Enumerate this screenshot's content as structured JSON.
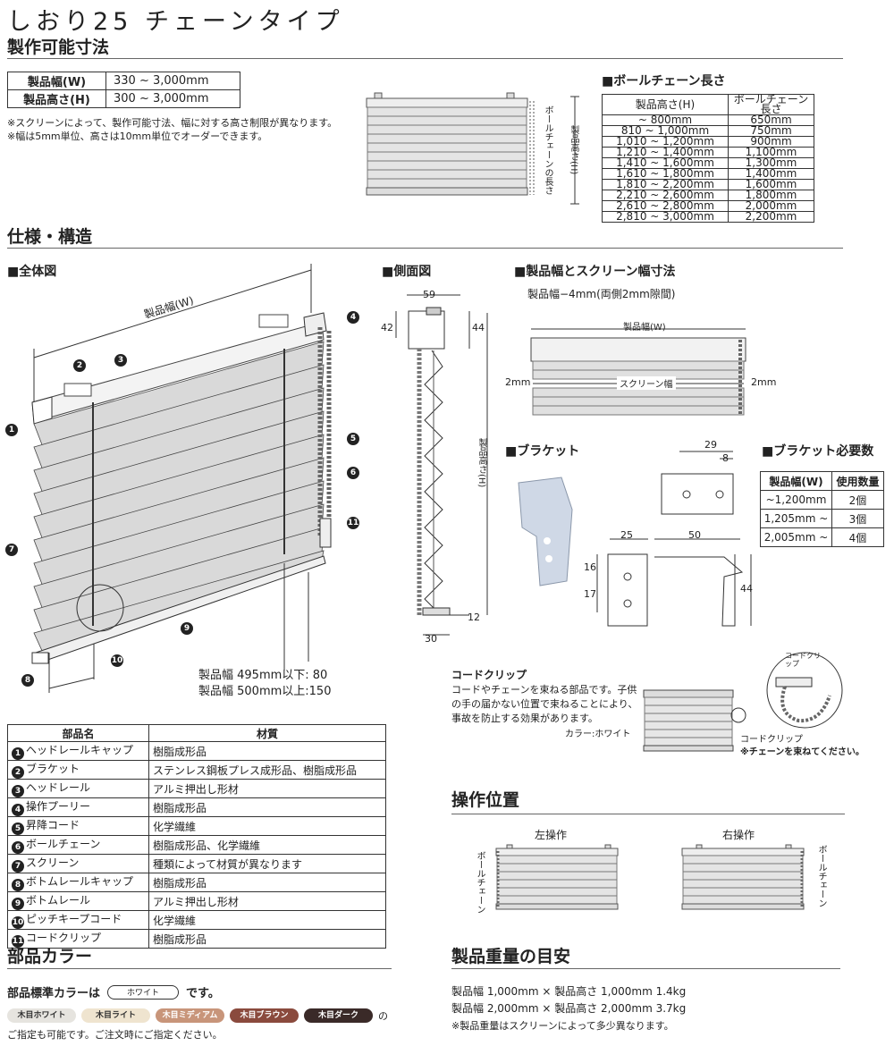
{
  "header": {
    "title": "しおり25 チェーンタイプ",
    "section_sizes": "製作可能寸法"
  },
  "sizes": {
    "rows": [
      {
        "label": "製品幅(W)",
        "value": "330 ~ 3,000mm"
      },
      {
        "label": "製品高さ(H)",
        "value": "300 ~ 3,000mm"
      }
    ],
    "notes": [
      "※スクリーンによって、製作可能寸法、幅に対する高さ制限が異なります。",
      "※幅は5mm単位、高さは10mm単位でオーダーできます。"
    ]
  },
  "front_small": {
    "chain_label": "ボールチェーンの長さ",
    "height_label": "製品高さ(H)"
  },
  "chain_length": {
    "heading": "■ボールチェーン長さ",
    "headers": [
      "製品高さ(H)",
      "ボールチェーン長さ"
    ],
    "rows": [
      [
        "~   800mm",
        "650mm"
      ],
      [
        "810 ~ 1,000mm",
        "750mm"
      ],
      [
        "1,010 ~ 1,200mm",
        "900mm"
      ],
      [
        "1,210 ~ 1,400mm",
        "1,100mm"
      ],
      [
        "1,410 ~ 1,600mm",
        "1,300mm"
      ],
      [
        "1,610 ~ 1,800mm",
        "1,400mm"
      ],
      [
        "1,810 ~ 2,200mm",
        "1,600mm"
      ],
      [
        "2,210 ~ 2,600mm",
        "1,800mm"
      ],
      [
        "2,610 ~ 2,800mm",
        "2,000mm"
      ],
      [
        "2,810 ~ 3,000mm",
        "2,200mm"
      ]
    ]
  },
  "spec": {
    "heading": "仕様・構造",
    "overall": "■全体図",
    "side": "■側面図",
    "width_screen": "■製品幅とスクリーン幅寸法",
    "width_note": "製品幅−4mm(両側2mm隙間)",
    "bracket": "■ブラケット",
    "bracket_req": "■ブラケット必要数"
  },
  "overall_diagram": {
    "width_label": "製品幅(W)",
    "bottom_note_1": "製品幅 495mm以下: 80",
    "bottom_note_2": "製品幅 500mm以上:150",
    "callouts": [
      "1",
      "2",
      "3",
      "4",
      "5",
      "6",
      "7",
      "8",
      "9",
      "10",
      "11"
    ]
  },
  "side_diagram": {
    "dim_59": "59",
    "dim_42": "42",
    "dim_44": "44",
    "dim_12": "12",
    "dim_30": "30",
    "height_label": "製品高さ(H)"
  },
  "width_diagram": {
    "product_width": "製品幅(W)",
    "screen_width": "スクリーン幅",
    "gap_left": "2mm",
    "gap_right": "2mm"
  },
  "bracket_diagram": {
    "dim_29": "29",
    "dim_8": "8",
    "dim_25": "25",
    "dim_50": "50",
    "dim_16": "16",
    "dim_17": "17",
    "dim_44": "44"
  },
  "bracket_table": {
    "headers": [
      "製品幅(W)",
      "使用数量"
    ],
    "rows": [
      [
        "~1,200mm",
        "2個"
      ],
      [
        "1,205mm ~",
        "3個"
      ],
      [
        "2,005mm ~",
        "4個"
      ]
    ]
  },
  "parts": {
    "headers": [
      "部品名",
      "材質"
    ],
    "rows": [
      {
        "num": "1",
        "name": "ヘッドレールキャップ",
        "material": "樹脂成形品"
      },
      {
        "num": "2",
        "name": "ブラケット",
        "material": "ステンレス鋼板プレス成形品、樹脂成形品"
      },
      {
        "num": "3",
        "name": "ヘッドレール",
        "material": "アルミ押出し形材"
      },
      {
        "num": "4",
        "name": "操作プーリー",
        "material": "樹脂成形品"
      },
      {
        "num": "5",
        "name": "昇降コード",
        "material": "化学繊維"
      },
      {
        "num": "6",
        "name": "ボールチェーン",
        "material": "樹脂成形品、化学繊維"
      },
      {
        "num": "7",
        "name": "スクリーン",
        "material": "種類によって材質が異なります"
      },
      {
        "num": "8",
        "name": "ボトムレールキャップ",
        "material": "樹脂成形品"
      },
      {
        "num": "9",
        "name": "ボトムレール",
        "material": "アルミ押出し形材"
      },
      {
        "num": "10",
        "name": "ピッチキープコード",
        "material": "化学繊維"
      },
      {
        "num": "11",
        "name": "コードクリップ",
        "material": "樹脂成形品"
      }
    ]
  },
  "cord_clip": {
    "title": "コードクリップ",
    "desc_1": "コードやチェーンを束ねる部品です。子供",
    "desc_2": "の手の届かない位置で束ねることにより、",
    "desc_3": "事故を防止する効果があります。",
    "color": "カラー:ホワイト",
    "callout_small": "コードクリップ",
    "label": "コードクリップ",
    "caution": "※チェーンを束ねてください。"
  },
  "operation": {
    "heading": "操作位置",
    "left": "左操作",
    "right": "右操作",
    "chain_label": "ボールチェーン"
  },
  "colors": {
    "heading": "部品カラー",
    "standard_prefix": "部品標準カラーは",
    "standard_value": "ホワイト",
    "standard_suffix": "です。",
    "swatches": [
      {
        "label": "木目ホワイト",
        "bg": "#e6e4df",
        "fg": "#333333"
      },
      {
        "label": "木目ライト",
        "bg": "#efe4cf",
        "fg": "#333333"
      },
      {
        "label": "木目ミディアム",
        "bg": "#c8957a",
        "fg": "#ffffff"
      },
      {
        "label": "木目ブラウン",
        "bg": "#8a4a3d",
        "fg": "#ffffff"
      },
      {
        "label": "木目ダーク",
        "bg": "#3a2a28",
        "fg": "#ffffff"
      }
    ],
    "swatch_suffix": "の",
    "note": "ご指定も可能です。ご注文時にご指定ください。"
  },
  "weight": {
    "heading": "製品重量の目安",
    "line1": "製品幅 1,000mm × 製品高さ 1,000mm  1.4kg",
    "line2": "製品幅 2,000mm × 製品高さ 2,000mm  3.7kg",
    "note": "※製品重量はスクリーンによって多少異なります。"
  }
}
